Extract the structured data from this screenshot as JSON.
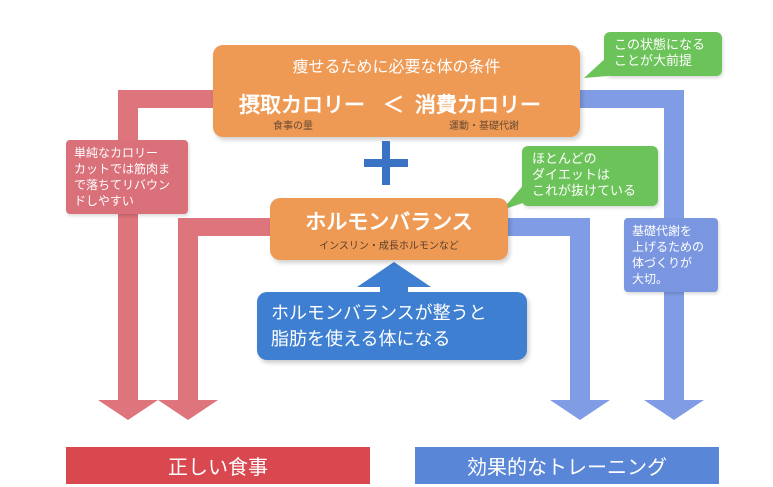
{
  "top_box": {
    "heading": "痩せるために必要な体の条件",
    "left_term": "摂取カロリー",
    "operator": "＜",
    "right_term": "消費カロリー",
    "left_sub": "食事の量",
    "right_sub": "運動・基礎代謝"
  },
  "premise_note": {
    "line1": "この状態になる",
    "line2": "ことが大前提"
  },
  "plus_symbol": "+",
  "diet_note": {
    "line1": "ほとんどの",
    "line2": "ダイエットは",
    "line3": "これが抜けている"
  },
  "hormone_box": {
    "title": "ホルモンバランス",
    "sub": "インスリン・成長ホルモンなど"
  },
  "calorie_cut_note": {
    "line1": "単純なカロリー",
    "line2": "カットでは筋肉ま",
    "line3": "で落ちてリバウン",
    "line4": "ドしやすい"
  },
  "metabolism_note": {
    "line1": "基礎代謝を",
    "line2": "上げるための",
    "line3": "体づくりが",
    "line4": "大切。"
  },
  "fat_box": {
    "line1": "ホルモンバランスが整うと",
    "line2": "脂肪を使える体になる"
  },
  "outcomes": {
    "left": "正しい食事",
    "right": "効果的なトレーニング"
  },
  "colors": {
    "orange": "#ee9a55",
    "red": "#de747c",
    "blue": "#7f9ce4",
    "green": "#6cc35a",
    "plus_blue": "#3a72c4",
    "fat_box_blue": "#3e7fd1",
    "outcome_red": "#d9474f",
    "outcome_blue": "#5a86d8"
  }
}
